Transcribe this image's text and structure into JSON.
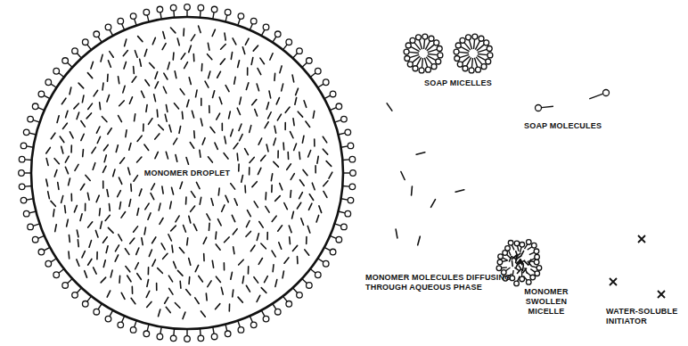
{
  "diagram": {
    "nodes": [
      {
        "text": [
          "MONOMER DROPLET"
        ]
      }
    ],
    "labels": [
      "SOAP MICELLES",
      "SOAP MOLECULES",
      "MONOMER MOLECULES DIFFUSING THROUGH AQUEOUS PHASE",
      "MONOMER SWOLLEN MICELLE",
      "WATER-SOLUBLE INITIATOR"
    ]
  }
}
